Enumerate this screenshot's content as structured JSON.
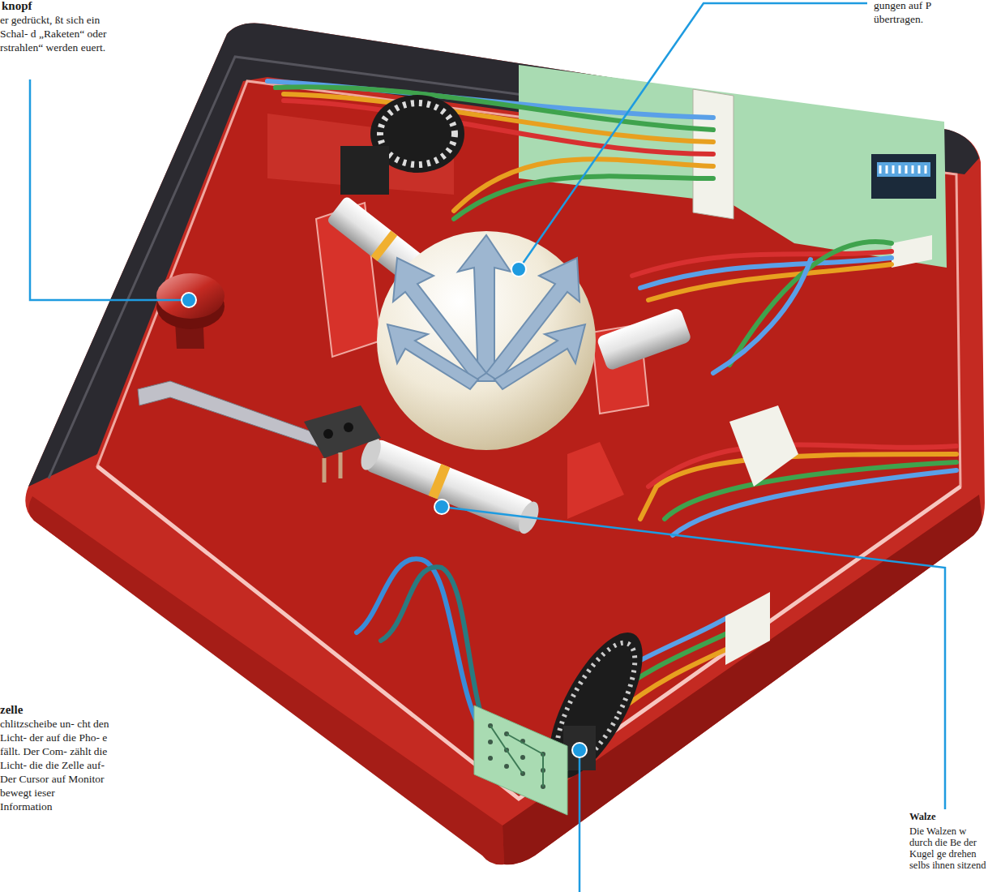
{
  "diagram": {
    "labels": [
      "knopf",
      "er gedrückt, ßt sich ein Schal- d „Raketen“ oder rstrahlen“ werden euert.",
      "gungen auf P übertragen.",
      "zelle",
      "chlitzscheibe un- cht den Licht- der auf die Pho- e fällt. Der Com- zählt die Licht- die die Zelle auf- Der Cursor auf Monitor bewegt ieser Information",
      "Walze",
      "Die Walzen w durch die Be der Kugel ge drehen selbs ihnen sitzend"
    ]
  }
}
